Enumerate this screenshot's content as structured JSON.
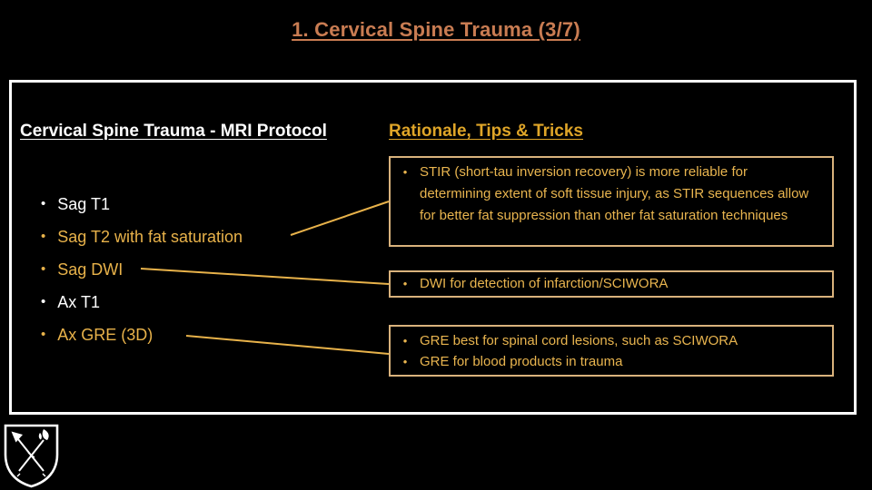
{
  "slide": {
    "title": "1. Cervical Spine Trauma (3/7)",
    "left_heading": "Cervical Spine Trauma - MRI Protocol",
    "right_heading": "Rationale, Tips & Tricks",
    "bullet_glyph": "•",
    "protocol_items": [
      {
        "label": "Sag T1",
        "highlighted": false
      },
      {
        "label": "Sag T2 with fat saturation",
        "highlighted": true
      },
      {
        "label": "Sag DWI",
        "highlighted": true
      },
      {
        "label": "Ax T1",
        "highlighted": false
      },
      {
        "label": "Ax GRE (3D)",
        "highlighted": true
      }
    ],
    "notes": [
      {
        "bullets": [
          "STIR (short-tau inversion recovery) is more reliable for determining extent of soft tissue injury, as STIR sequences allow for better fat suppression than other fat saturation techniques"
        ]
      },
      {
        "bullets": [
          "DWI for detection of infarction/SCIWORA"
        ]
      },
      {
        "bullets": [
          "GRE best for spinal cord lesions, such as SCIWORA",
          "GRE for blood products in trauma"
        ]
      }
    ],
    "logo_name": "emory-shield",
    "colors": {
      "background": "#000000",
      "title_orange": "#c97c52",
      "heading_gold": "#dfa528",
      "text_gold": "#e8b24a",
      "note_text_gold": "#e9b54f",
      "text_white": "#ffffff",
      "frame_border": "#ffffff",
      "note_border": "#d9b27c",
      "connector": "#e8b24a"
    }
  }
}
